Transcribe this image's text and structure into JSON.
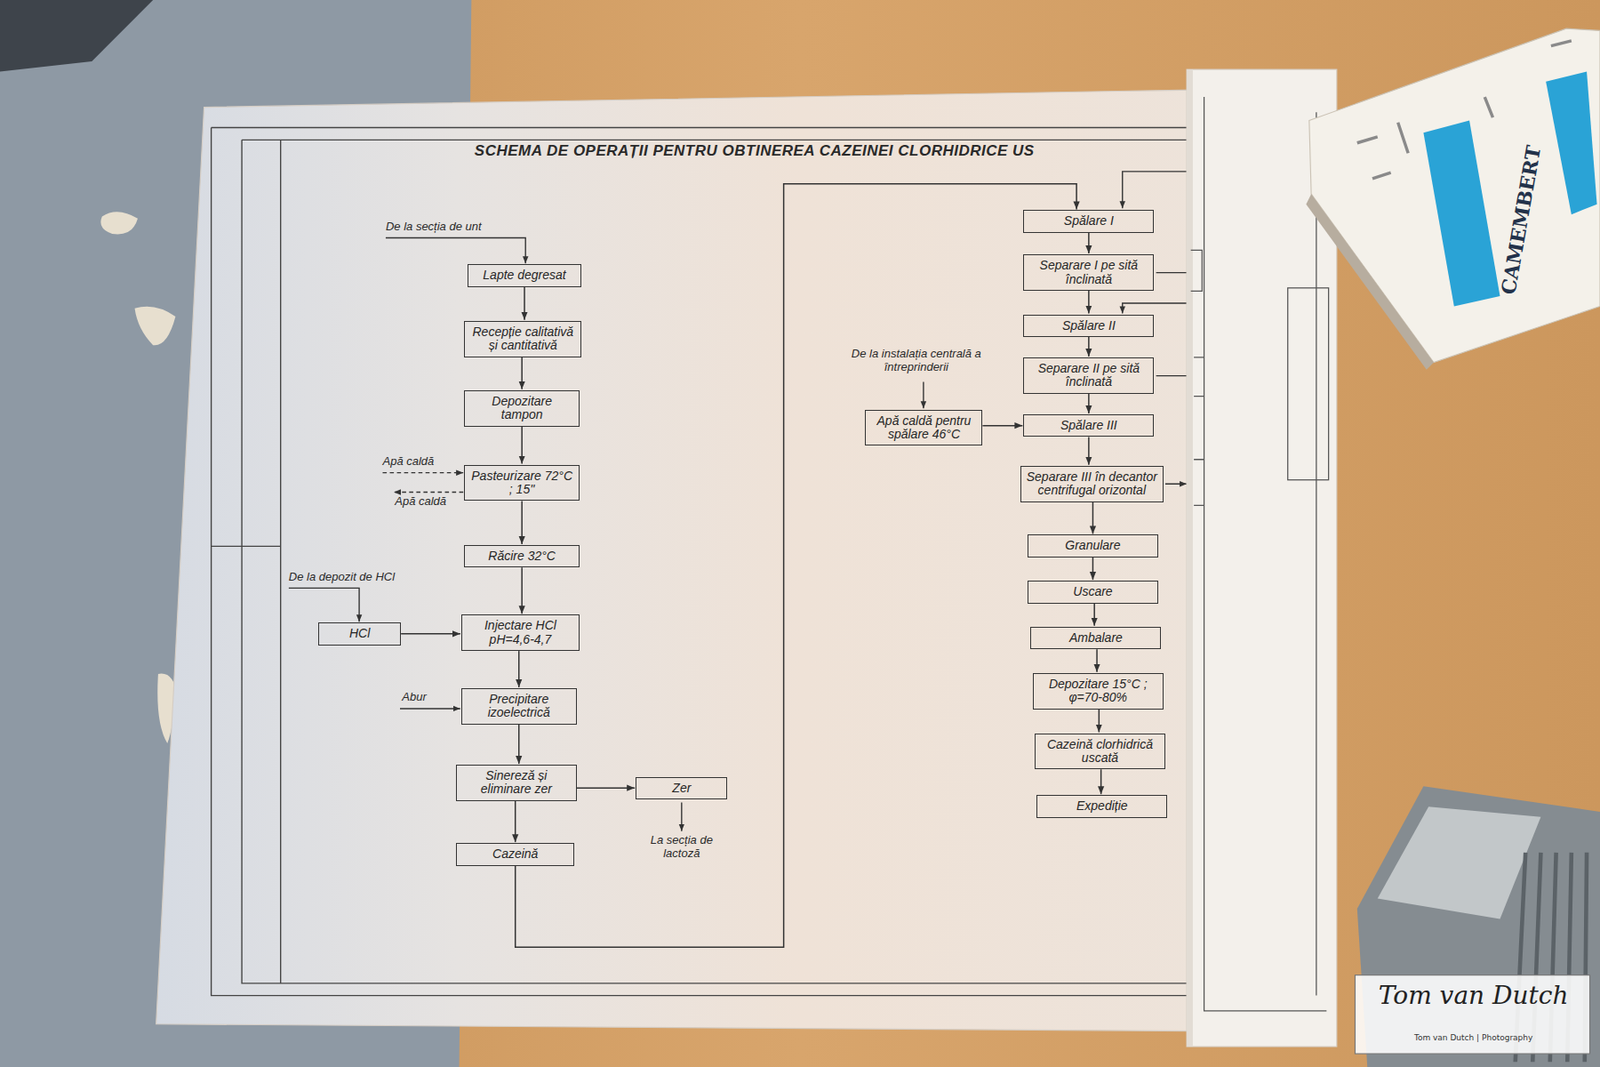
{
  "diagram": {
    "title": "SCHEMA DE OPERAȚII PENTRU OBTINEREA CAZEINEI CLORHIDRICE US",
    "nodes": [
      {
        "text": [
          "Lapte degresat"
        ]
      },
      {
        "text": [
          "Recepție calitativă și cantitativă"
        ]
      },
      {
        "text": [
          "Depozitare tampon"
        ]
      },
      {
        "text": [
          "Pasteurizare 72°C ; 15''"
        ]
      },
      {
        "text": [
          "Răcire 32°C"
        ]
      },
      {
        "text": [
          "HCl"
        ]
      },
      {
        "text": [
          "Injectare HCl pH=4,6-4,7"
        ]
      },
      {
        "text": [
          "Precipitare izoelectrică"
        ]
      },
      {
        "text": [
          "Sinereză și eliminare zer"
        ]
      },
      {
        "text": [
          "Zer"
        ]
      },
      {
        "text": [
          "Cazeină"
        ]
      },
      {
        "text": [
          "Spălare I"
        ]
      },
      {
        "text": [
          "Separare I pe sită înclinată"
        ]
      },
      {
        "text": [
          "Spălare II"
        ]
      },
      {
        "text": [
          "Separare II pe sită înclinată"
        ]
      },
      {
        "text": [
          "Apă caldă pentru spălare 46°C"
        ]
      },
      {
        "text": [
          "Spălare III"
        ]
      },
      {
        "text": [
          "Separare III în decantor centrifugal orizontal"
        ]
      },
      {
        "text": [
          "Granulare"
        ]
      },
      {
        "text": [
          "Uscare"
        ]
      },
      {
        "text": [
          "Ambalare"
        ]
      },
      {
        "text": [
          "Depozitare 15°C ; φ=70-80%"
        ]
      },
      {
        "text": [
          "Cazeină clorhidrică uscată"
        ]
      },
      {
        "text": [
          "Expediție"
        ]
      }
    ],
    "edges": [
      {
        "from": 0,
        "to": 1,
        "arrow": "to"
      },
      {
        "from": 1,
        "to": 2,
        "arrow": "to"
      },
      {
        "from": 2,
        "to": 3,
        "arrow": "to"
      },
      {
        "from": 3,
        "to": 4,
        "arrow": "to"
      },
      {
        "from": 4,
        "to": 6,
        "arrow": "to"
      },
      {
        "from": 5,
        "to": 6,
        "arrow": "to"
      },
      {
        "from": 6,
        "to": 7,
        "arrow": "to"
      },
      {
        "from": 7,
        "to": 8,
        "arrow": "to"
      },
      {
        "from": 8,
        "to": 9,
        "arrow": "to"
      },
      {
        "from": 8,
        "to": 10,
        "arrow": "to"
      },
      {
        "from": 10,
        "to": 11,
        "arrow": "to"
      },
      {
        "from": 11,
        "to": 12,
        "arrow": "to"
      },
      {
        "from": 12,
        "to": 13,
        "arrow": "to"
      },
      {
        "from": 13,
        "to": 14,
        "arrow": "to"
      },
      {
        "from": 14,
        "to": 16,
        "arrow": "to"
      },
      {
        "from": 15,
        "to": 16,
        "arrow": "to"
      },
      {
        "from": 16,
        "to": 17,
        "arrow": "to"
      },
      {
        "from": 17,
        "to": 18,
        "arrow": "to"
      },
      {
        "from": 18,
        "to": 19,
        "arrow": "to"
      },
      {
        "from": 19,
        "to": 20,
        "arrow": "to"
      },
      {
        "from": 20,
        "to": 21,
        "arrow": "to"
      },
      {
        "from": 21,
        "to": 22,
        "arrow": "to"
      },
      {
        "from": 22,
        "to": 23,
        "arrow": "to"
      }
    ],
    "labels": [
      "De la secția de unt",
      "Apă caldă",
      "Apă caldă",
      "De la depozit de HCl",
      "Abur",
      "La secția de lactoză",
      "De la instalația centrală a întreprinderii",
      "CAMEMBERT",
      "Tom van Dutch",
      "Tom van Dutch | Photography"
    ]
  }
}
